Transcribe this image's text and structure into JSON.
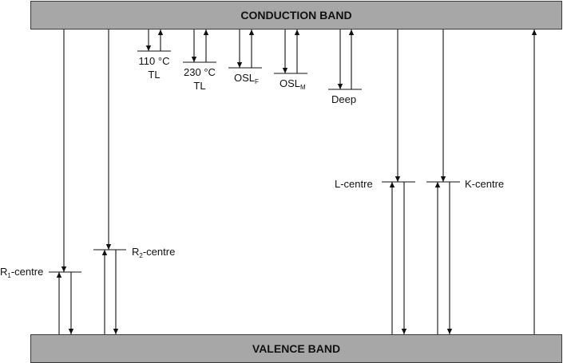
{
  "bands": {
    "conduction": "CONDUCTION BAND",
    "valence": "VALENCE BAND"
  },
  "levels": {
    "tl110": {
      "line1": "110 °C",
      "line2": "TL"
    },
    "tl230": {
      "line1": "230 °C",
      "line2": "TL"
    },
    "oslf": {
      "main": "OSL",
      "sub": "F"
    },
    "oslm": {
      "main": "OSL",
      "sub": "M"
    },
    "deep": {
      "label": "Deep"
    },
    "l_centre": {
      "label": "L-centre"
    },
    "k_centre": {
      "label": "K-centre"
    },
    "r1": {
      "main": "R",
      "sub": "1",
      "suffix": "-centre"
    },
    "r2": {
      "main": "R",
      "sub": "2",
      "suffix": "-centre"
    }
  },
  "colors": {
    "band_fill": "#a7a7a7",
    "line": "#111111"
  }
}
